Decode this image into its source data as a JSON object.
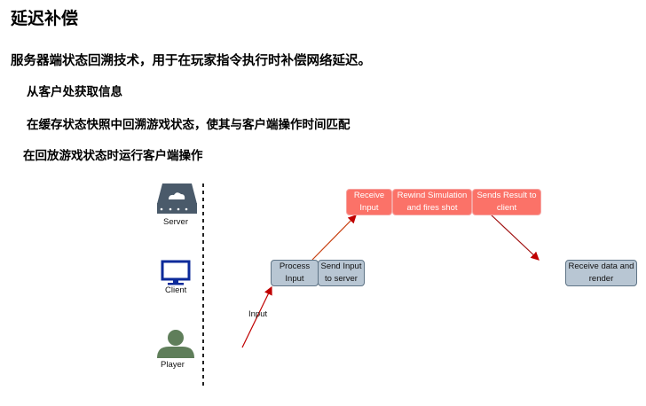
{
  "title": "延迟补偿",
  "subtitle": "服务器端状态回溯技术，用于在玩家指令执行时补偿网络延迟。",
  "items": [
    "从客户处获取信息",
    "在缓存状态快照中回溯游戏状态，使其与客户端操作时间匹配",
    "在回放游戏状态时运行客户端操作"
  ],
  "diagram": {
    "actors": {
      "server": "Server",
      "client": "Client",
      "player": "Player"
    },
    "server_steps": [
      "Receive Input",
      "Rewind Simulation and fires shot",
      "Sends Result to client"
    ],
    "client_steps": [
      "Process Input",
      "Send Input to server"
    ],
    "client_final": "Receive data and render",
    "input_label": "Input"
  },
  "colors": {
    "server_box": "#fb7268",
    "client_box": "#b8c6d3",
    "arrow": "#c00000",
    "server_icon": "#4a5a6a",
    "client_icon": "#0b2a9a",
    "player_icon": "#5f7e5a"
  }
}
